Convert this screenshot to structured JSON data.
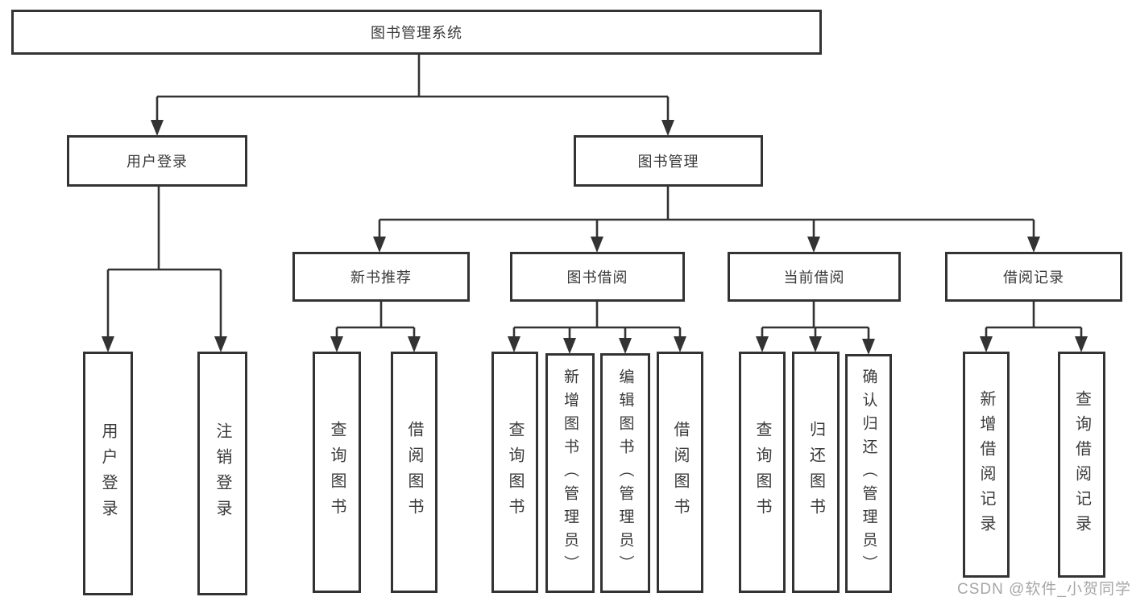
{
  "diagram": {
    "root": "图书管理系统",
    "level2": {
      "userLogin": "用户登录",
      "bookMgmt": "图书管理"
    },
    "level3": {
      "newBooks": "新书推荐",
      "bookBorrow": "图书借阅",
      "currentBorrow": "当前借阅",
      "borrowRecords": "借阅记录"
    },
    "leaves": {
      "login": "用户登录",
      "logout": "注销登录",
      "nbQuery": "查询图书",
      "nbBorrow": "借阅图书",
      "bbQuery": "查询图书",
      "bbAdd": "新增图书（管理员）",
      "bbEdit": "编辑图书（管理员）",
      "bbBorrow": "借阅图书",
      "cbQuery": "查询图书",
      "cbReturn": "归还图书",
      "cbConfirm": "确认归还（管理员）",
      "brAdd": "新增借阅记录",
      "brQuery": "查询借阅记录"
    },
    "colors": {
      "line": "#333333",
      "text": "#3a3a3a",
      "watermark": "#969696"
    }
  },
  "watermark": {
    "text": "CSDN @软件_小贺同学"
  }
}
